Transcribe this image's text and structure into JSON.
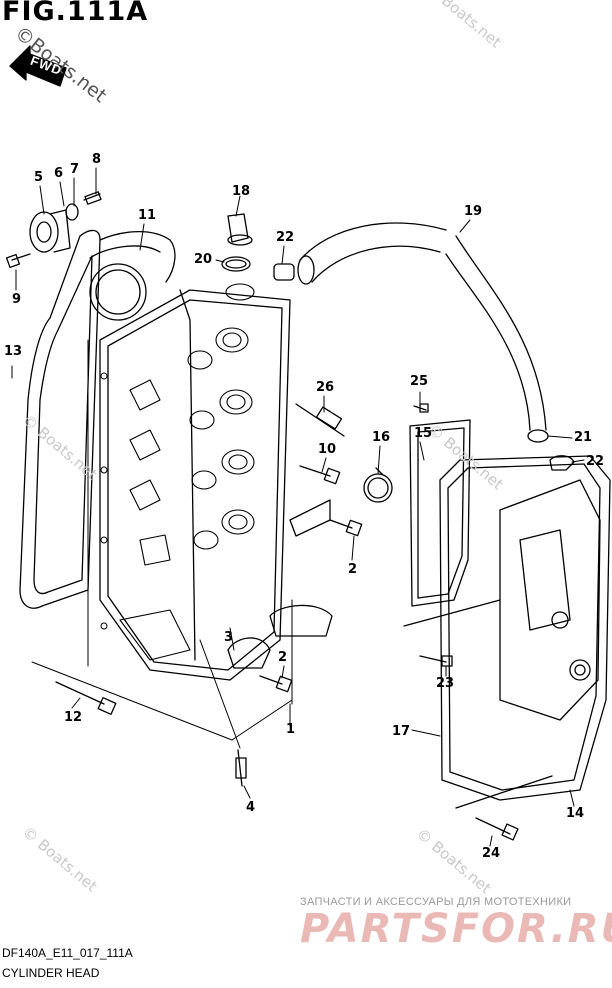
{
  "figure": {
    "title": "FIG.111A",
    "code": "DF140A_E11_017_111A",
    "name": "CYLINDER HEAD"
  },
  "direction_arrow": {
    "label": "FWD"
  },
  "watermarks": {
    "main": "©Boats.net",
    "repeat": "© Boats.net"
  },
  "branding": {
    "tagline": "ЗАПЧАСТИ И АКСЕССУАРЫ ДЛЯ МОТОТЕХНИКИ",
    "logo": "PARTSFOR.RU"
  },
  "callouts": [
    {
      "id": "c5",
      "label": "5"
    },
    {
      "id": "c6",
      "label": "6"
    },
    {
      "id": "c7",
      "label": "7"
    },
    {
      "id": "c8",
      "label": "8"
    },
    {
      "id": "c9",
      "label": "9"
    },
    {
      "id": "c11",
      "label": "11"
    },
    {
      "id": "c18",
      "label": "18"
    },
    {
      "id": "c20",
      "label": "20"
    },
    {
      "id": "c22a",
      "label": "22"
    },
    {
      "id": "c19",
      "label": "19"
    },
    {
      "id": "c13",
      "label": "13"
    },
    {
      "id": "c25",
      "label": "25"
    },
    {
      "id": "c26",
      "label": "26"
    },
    {
      "id": "c16",
      "label": "16"
    },
    {
      "id": "c15",
      "label": "15"
    },
    {
      "id": "c10",
      "label": "10"
    },
    {
      "id": "c21",
      "label": "21"
    },
    {
      "id": "c22b",
      "label": "22"
    },
    {
      "id": "c2a",
      "label": "2"
    },
    {
      "id": "c3",
      "label": "3"
    },
    {
      "id": "c2b",
      "label": "2"
    },
    {
      "id": "c23",
      "label": "23"
    },
    {
      "id": "c12",
      "label": "12"
    },
    {
      "id": "c1",
      "label": "1"
    },
    {
      "id": "c17",
      "label": "17"
    },
    {
      "id": "c4",
      "label": "4"
    },
    {
      "id": "c14",
      "label": "14"
    },
    {
      "id": "c24",
      "label": "24"
    }
  ]
}
